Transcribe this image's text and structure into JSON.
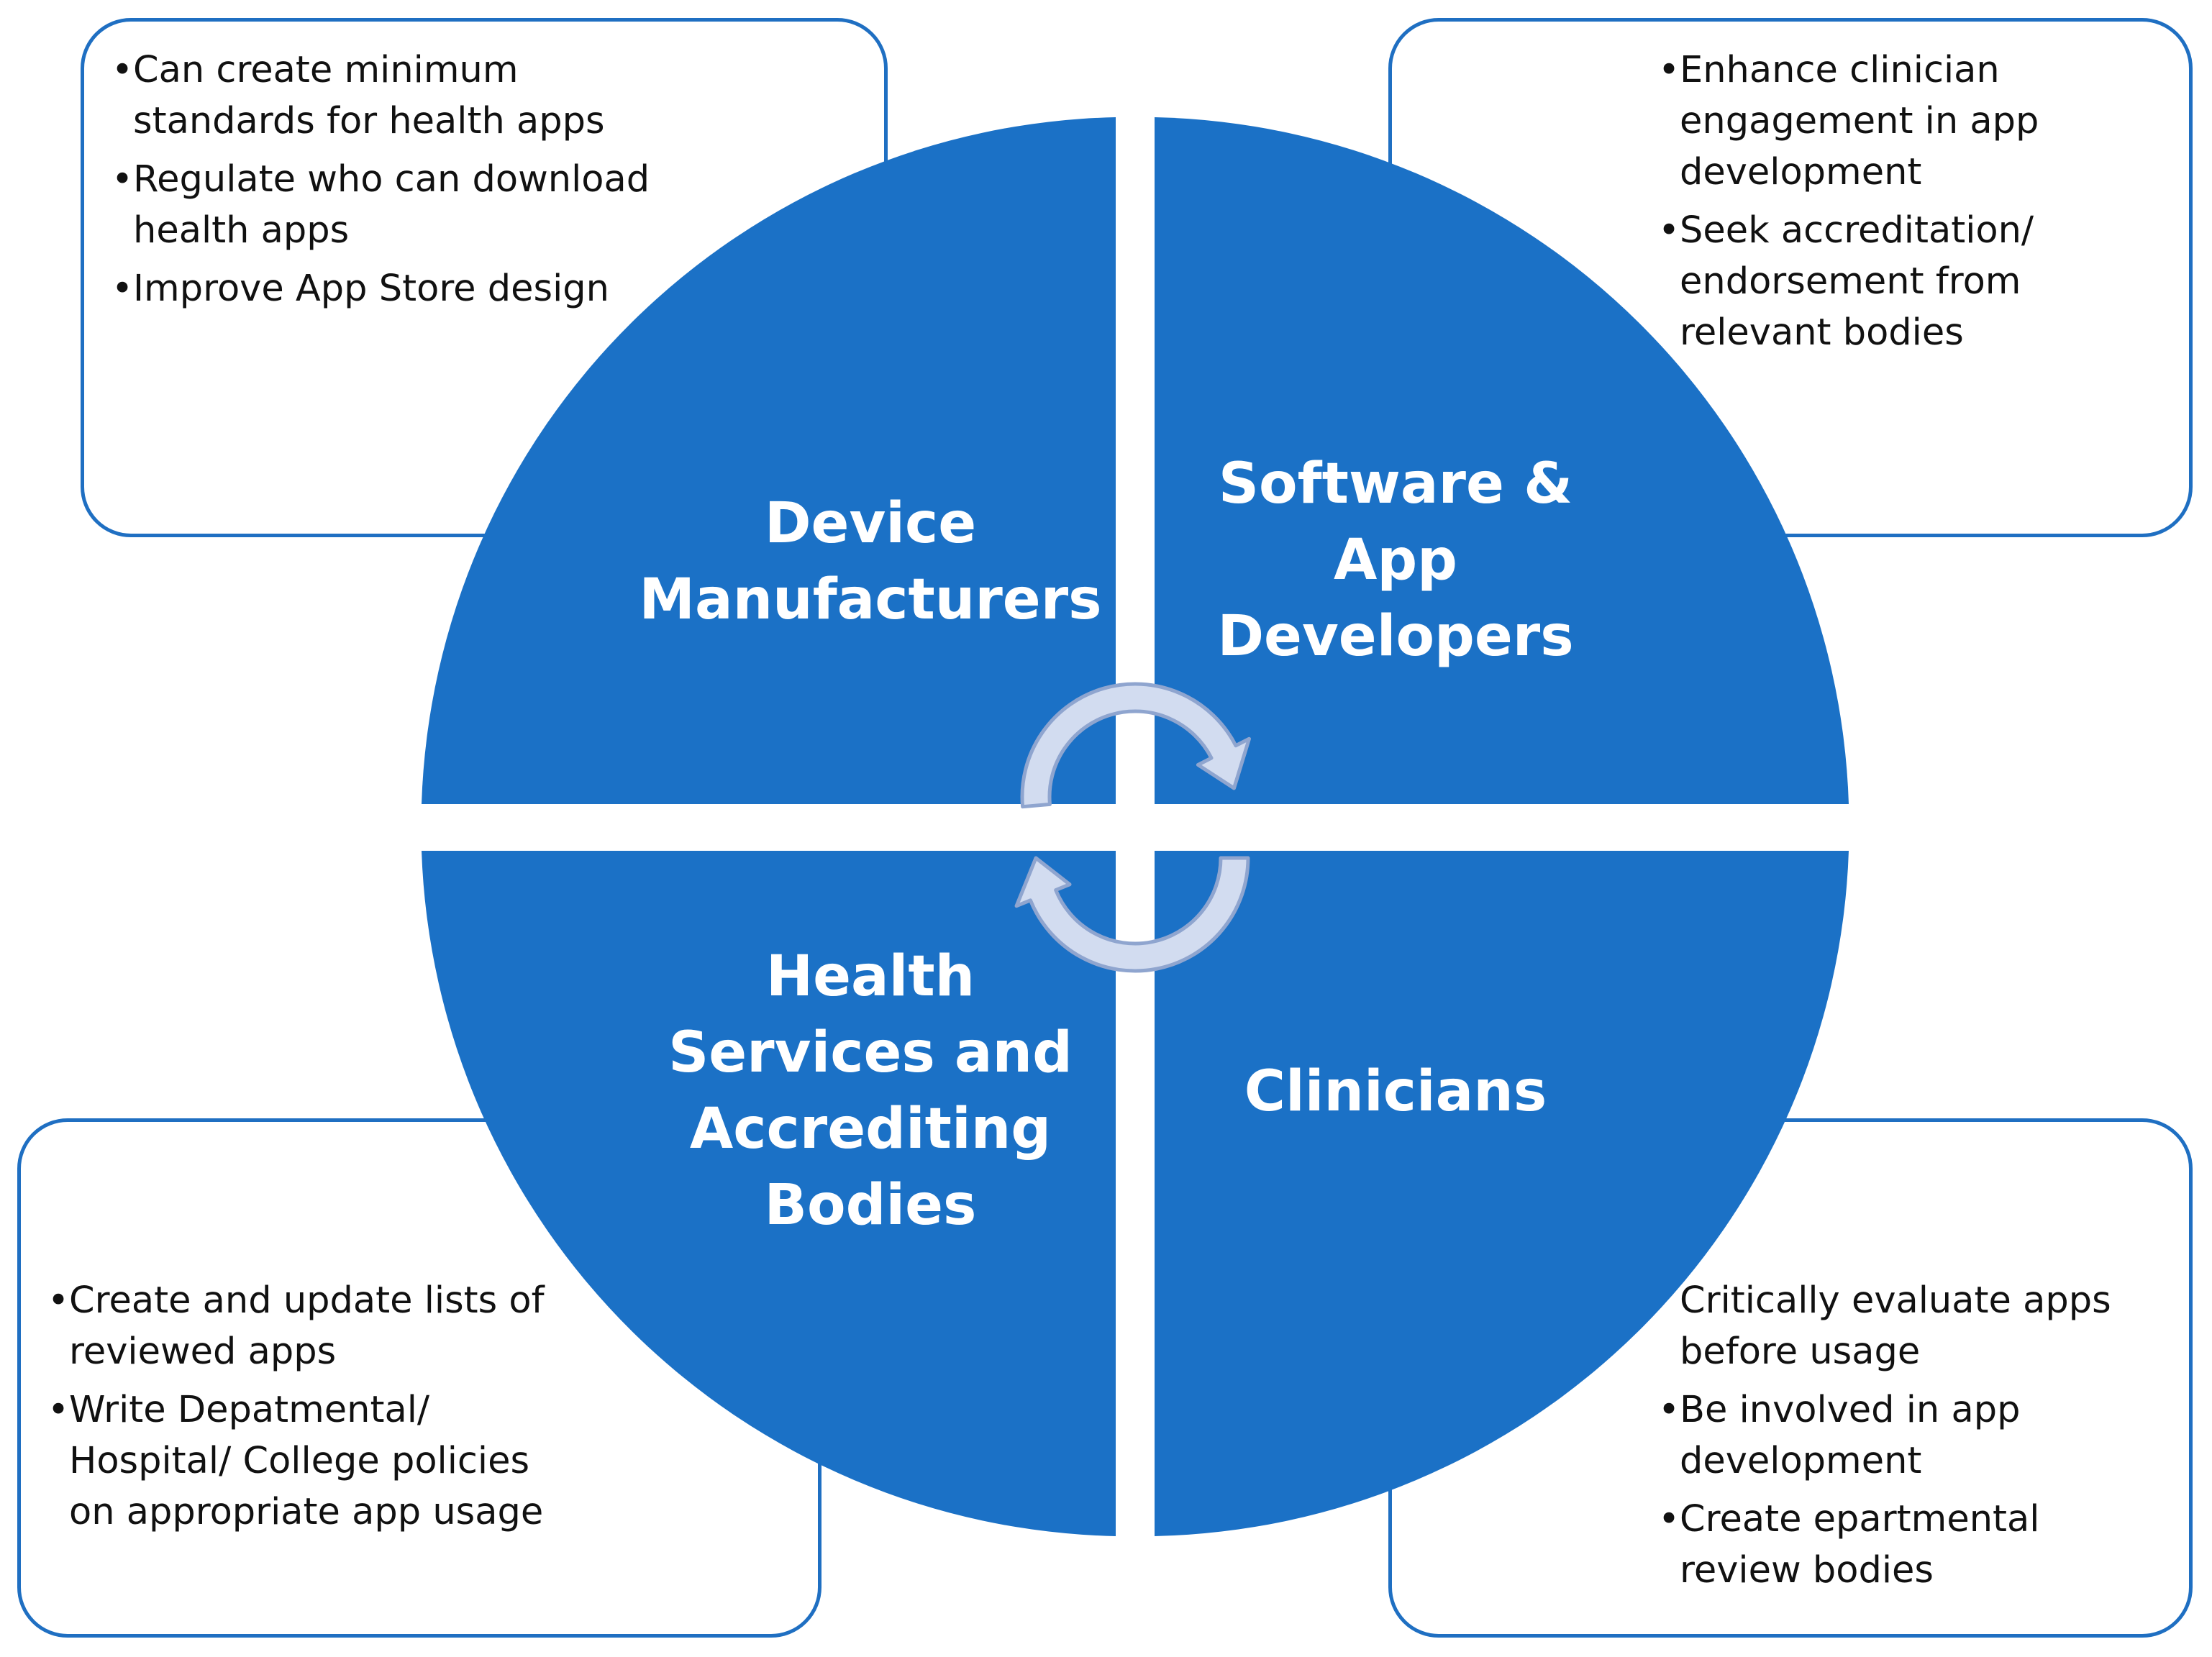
{
  "colors": {
    "quadrant_fill": "#1b71c6",
    "callout_border": "#1f6fc2",
    "arrow_fill": "#d2dcf0",
    "arrow_stroke": "#8fa5cf",
    "label_text": "#ffffff",
    "bullet_text": "#111111"
  },
  "quadrants": {
    "top_left": {
      "lines": [
        "Device",
        "Manufacturers"
      ]
    },
    "top_right": {
      "lines": [
        "Software &",
        "App",
        "Developers"
      ]
    },
    "bottom_left": {
      "lines": [
        "Health",
        "Services and",
        "Accrediting",
        "Bodies"
      ]
    },
    "bottom_right": {
      "lines": [
        "Clinicians"
      ]
    }
  },
  "callouts": {
    "top_left": {
      "bullet": "•",
      "items": [
        "Can create minimum standards for health apps",
        "Regulate who can download health apps",
        "Improve App Store design"
      ]
    },
    "top_right": {
      "bullet": "•",
      "items": [
        "Enhance clinician engagement in app development",
        "Seek accreditation/ endorsement from relevant bodies"
      ]
    },
    "bottom_left": {
      "bullet": "•",
      "items": [
        "Create and update lists of reviewed apps",
        "Write Depatmental/ Hospital/ College policies on appropriate app usage"
      ]
    },
    "bottom_right": {
      "bullet": "•",
      "first_item_has_bullet": false,
      "items": [
        "Critically evaluate apps before usage",
        "Be involved in app development",
        "Create epartmental review bodies"
      ]
    }
  },
  "arrows": [
    {
      "name": "arrow-top",
      "direction": "clockwise",
      "icon": "curved-arrow-right"
    },
    {
      "name": "arrow-bottom",
      "direction": "clockwise",
      "icon": "curved-arrow-left"
    }
  ]
}
